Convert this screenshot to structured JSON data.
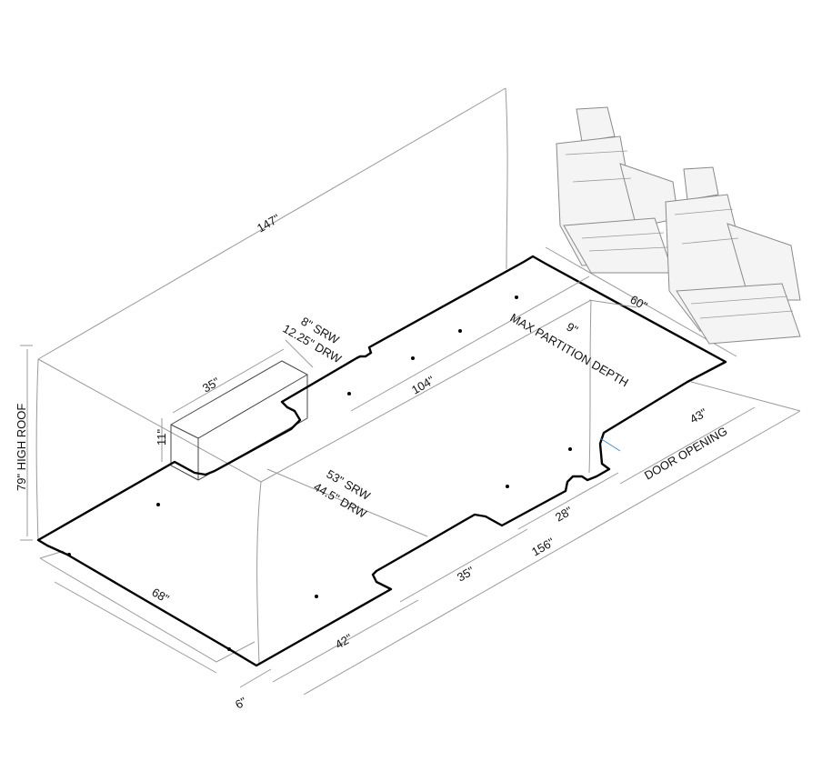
{
  "diagram": {
    "labels": {
      "length_147": "147\"",
      "height_79": "79\" HIGH ROOF",
      "wheel_well_height_11": "11\"",
      "wheel_well_length_35_top": "35\"",
      "srw_depth": "8\" SRW",
      "drw_depth": "12.25\" DRW",
      "floor_length_104": "104\"",
      "max_partition_9": "9\"",
      "max_partition_label": "MAX PARTITION DEPTH",
      "cab_width_60": "60\"",
      "door_opening_43": "43\"",
      "door_opening_label": "DOOR OPENING",
      "between_wells_srw": "53\" SRW",
      "between_wells_drw": "44.5\" DRW",
      "rear_width_68": "68\"",
      "well_offset_42": "42\"",
      "wheel_well_length_35_side": "35\"",
      "well_to_door_28": "28\"",
      "floor_156": "156\"",
      "bumper_6": "6\""
    }
  }
}
